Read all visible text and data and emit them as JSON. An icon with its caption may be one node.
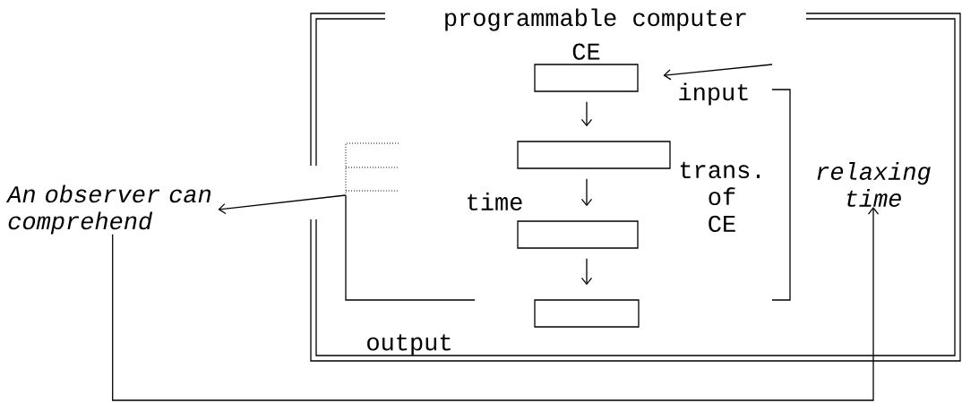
{
  "diagram": {
    "nodes": [
      {
        "text": [
          "programmable computer"
        ]
      },
      {
        "text": [],
        "shape": "box",
        "in": 0,
        "beside": [
          "CE"
        ]
      },
      {
        "text": [],
        "shape": "box",
        "in": 0
      },
      {
        "text": [],
        "shape": "box",
        "in": 0
      },
      {
        "text": [],
        "shape": "box",
        "in": 0
      },
      {
        "text": [
          "An observer can comprehend"
        ]
      },
      {
        "text": [
          "relaxing time"
        ],
        "in": 0
      },
      {
        "text": [],
        "shape": "bracket",
        "in": 0
      }
    ],
    "edges": [
      {
        "from": null,
        "to": 1,
        "arrow": "to"
      },
      {
        "from": 1,
        "to": 2,
        "arrow": "to"
      },
      {
        "from": 2,
        "to": 3,
        "arrow": "to"
      },
      {
        "from": 3,
        "to": 4,
        "arrow": "to"
      },
      {
        "from": 7,
        "to": 5,
        "arrow": "to"
      },
      {
        "from": 5,
        "to": 6,
        "arrow": "to"
      }
    ],
    "labels": [
      "input",
      "time",
      "trans. of CE",
      "output"
    ]
  }
}
